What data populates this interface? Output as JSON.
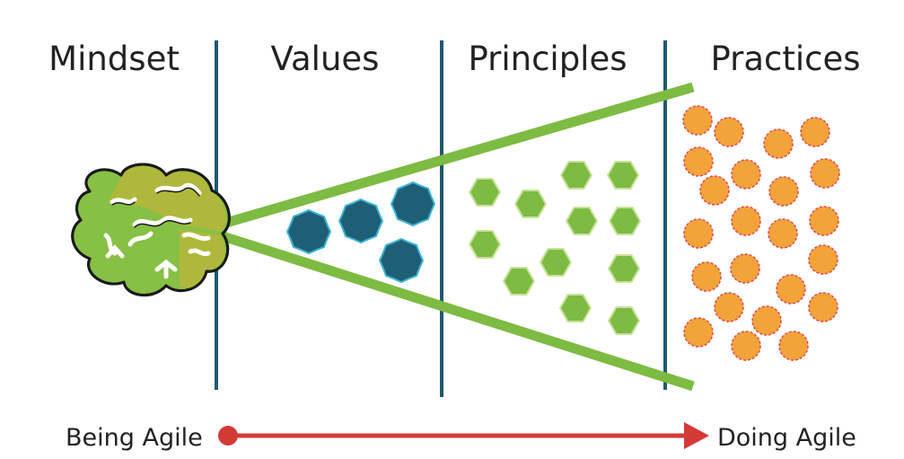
{
  "headings": {
    "mindset": "Mindset",
    "values": "Values",
    "principles": "Principles",
    "practices": "Practices"
  },
  "arrow": {
    "start_label": "Being Agile",
    "end_label": "Doing Agile"
  },
  "colors": {
    "green": "#7DBB42",
    "green_stroke": "#C9E39A",
    "teal": "#1F5F75",
    "teal_stroke": "#3DB5D6",
    "orange": "#F2A33A",
    "orange_stroke": "#E0484A",
    "divider": "#1F5A70",
    "arrow": "#D33A36",
    "brain_olive": "#AFB83C",
    "brain_green": "#86C044",
    "brain_outline": "#1A1A1A",
    "text": "#222222"
  },
  "icons": {
    "brain": "brain-icon",
    "value": "eight-point-star",
    "principle": "hexagon",
    "practice": "circle"
  }
}
